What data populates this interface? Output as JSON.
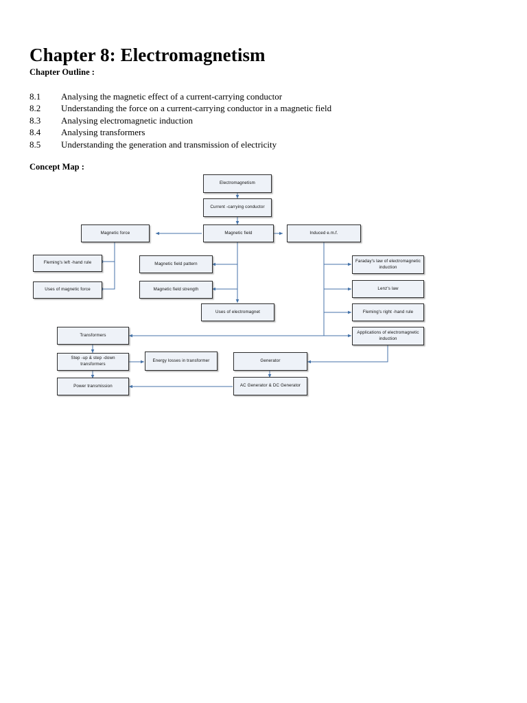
{
  "document": {
    "title": "Chapter 8: Electromagnetism",
    "outline_heading": "Chapter Outline :",
    "concept_map_heading": "Concept Map :"
  },
  "outline": {
    "items": [
      {
        "number": "8.1",
        "text": "Analysing the magnetic effect of a current-carrying conductor"
      },
      {
        "number": "8.2",
        "text": "Understanding the force on a current-carrying conductor in a magnetic field"
      },
      {
        "number": "8.3",
        "text": "Analysing electromagnetic induction"
      },
      {
        "number": "8.4",
        "text": "Analysing transformers"
      },
      {
        "number": "8.5",
        "text": "Understanding the generation and transmission of electricity"
      }
    ]
  },
  "concept_map": {
    "colors": {
      "node_fill": "#eef2f8",
      "node_border": "#2b2b2b",
      "connector": "#4472a8"
    },
    "nodes": [
      {
        "id": "electromagnetism",
        "label": "Electromagnetism"
      },
      {
        "id": "current-carrying-conductor",
        "label": "Current -carrying conductor"
      },
      {
        "id": "magnetic-force",
        "label": "Magnetic force"
      },
      {
        "id": "magnetic-field",
        "label": "Magnetic field"
      },
      {
        "id": "induced-emf",
        "label": "Induced e.m.f."
      },
      {
        "id": "flemings-left-hand-rule",
        "label": "Fleming's left -hand rule"
      },
      {
        "id": "uses-of-magnetic-force",
        "label": "Uses of magnetic force"
      },
      {
        "id": "magnetic-field-pattern",
        "label": "Magnetic field pattern"
      },
      {
        "id": "magnetic-field-strength",
        "label": "Magnetic field strength"
      },
      {
        "id": "uses-of-electromagnet",
        "label": "Uses of electromagnet"
      },
      {
        "id": "faradays-law",
        "label": "Faraday's law of electromagnetic induction"
      },
      {
        "id": "lenzs-law",
        "label": "Lenz's law"
      },
      {
        "id": "flemings-right-hand-rule",
        "label": "Fleming's right -hand rule"
      },
      {
        "id": "applications-of-electromagnetic-induction",
        "label": "Applications of electromagnetic induction"
      },
      {
        "id": "transformers",
        "label": "Transformers"
      },
      {
        "id": "step-up-step-down-transformers",
        "label": "Step -up & step -down transformers"
      },
      {
        "id": "energy-losses-in-transformer",
        "label": "Energy losses in transformer"
      },
      {
        "id": "power-transmission",
        "label": "Power transmission"
      },
      {
        "id": "generator",
        "label": "Generator"
      },
      {
        "id": "ac-dc-generator",
        "label": "AC Generator & DC Generator"
      }
    ]
  }
}
